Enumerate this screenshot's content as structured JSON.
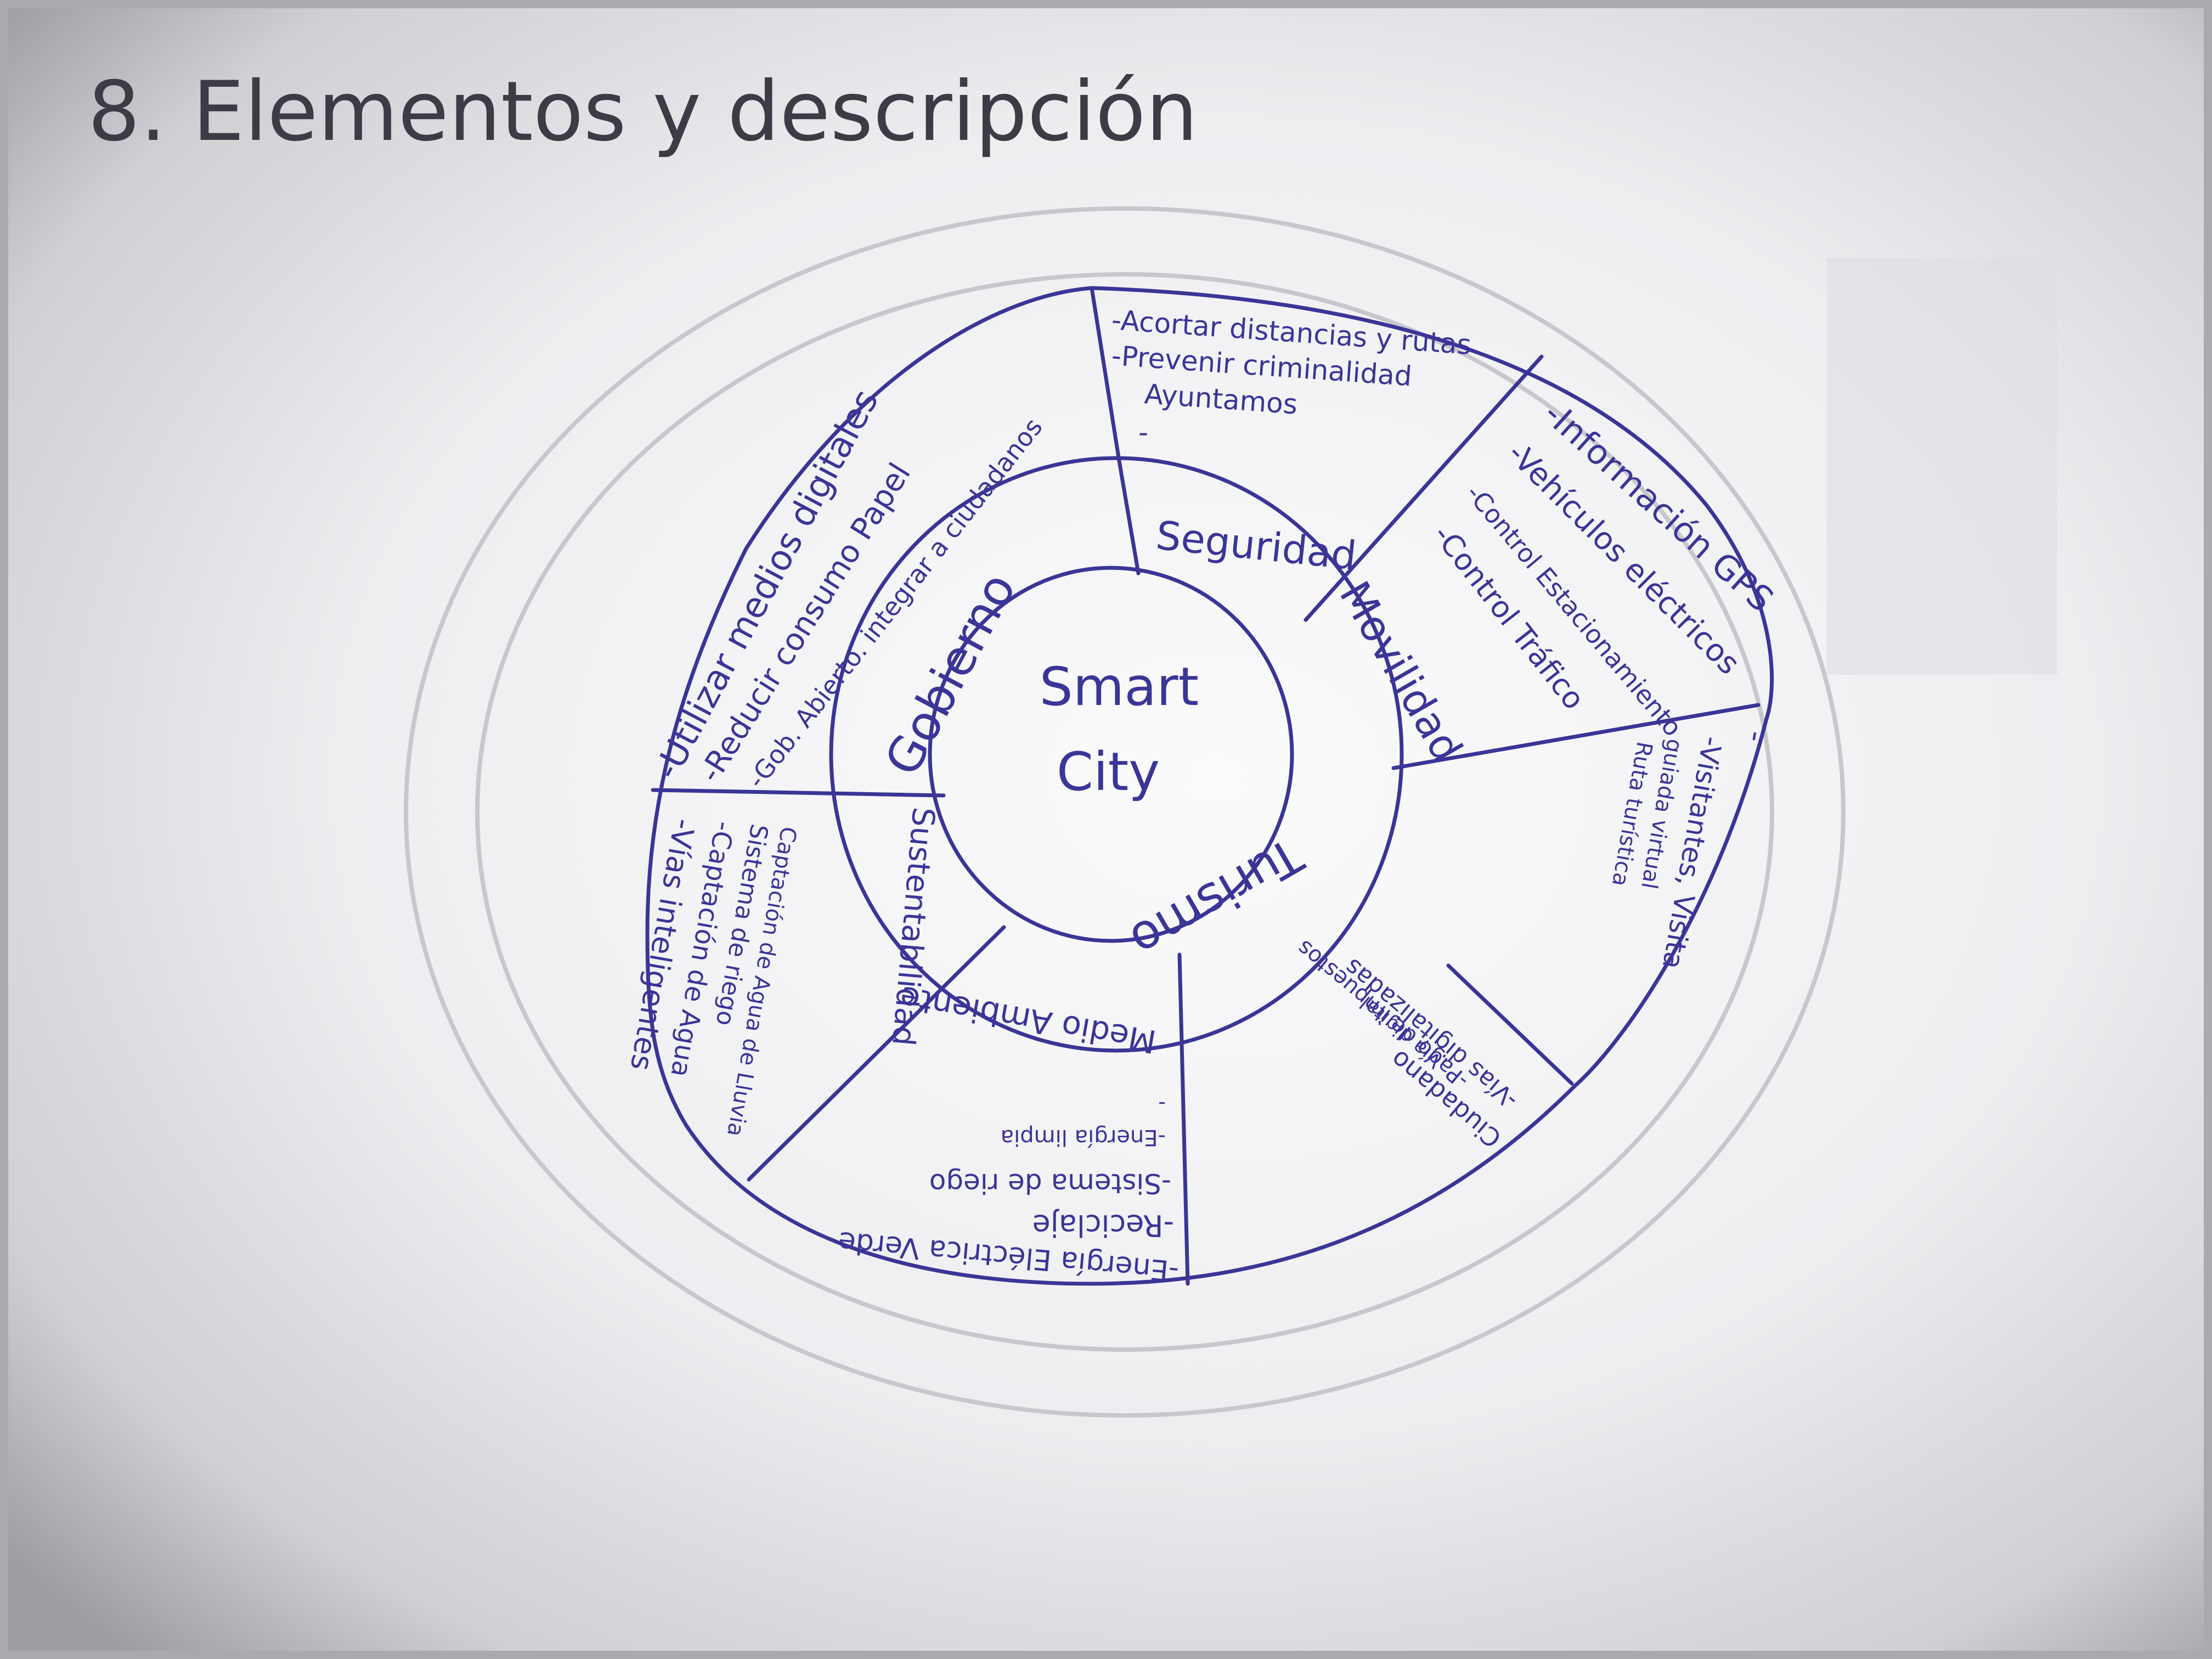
{
  "page": {
    "heading": "8. Elementos y descripción"
  },
  "diagram": {
    "center": {
      "line1": "Smart",
      "line2": "City"
    },
    "sectors": {
      "gobierno": {
        "label": "Gobierno",
        "notes": [
          "-Utilizar medios digitales",
          "-Reducir consumo Papel",
          "-Gob. Abierto. integrar a ciudadanos"
        ]
      },
      "seguridad": {
        "label": "Seguridad",
        "notes": [
          "-Acortar distancias y rutas",
          "-Prevenir criminalidad",
          "Ayuntamos",
          "-"
        ]
      },
      "movilidad": {
        "label": "Movilidad",
        "notes": [
          "-Información GPS",
          "-Vehículos eléctricos",
          "-Control Estacionamiento",
          "-Control Tráfico"
        ]
      },
      "turismo": {
        "label": "Turismo",
        "notes": [
          "-",
          "-Visitantes, Visita",
          "guiada virtual",
          "Ruta turística"
        ]
      },
      "ciudadano": {
        "label": "Ciudadano",
        "notes": [
          "Ciudadano",
          "-Vías digitalizadas",
          "-Pago de impuestos",
          "Vía digital"
        ]
      },
      "medio_ambiente": {
        "label": "Medio Ambiente",
        "notes": [
          "-",
          "-Energía limpia",
          "-Sistema de riego",
          "-Reciclaje",
          "-Energía Eléctrica Verde"
        ]
      },
      "sustentabilidad": {
        "label": "Sustentabilidad",
        "notes": [
          "-Vías inteligentes",
          "-Captación de Agua",
          "Sistema de riego",
          "Captación de Agua de Lluvia"
        ]
      }
    }
  },
  "colors": {
    "ink": "#3a3596",
    "paper": "#f2f2f4",
    "shadow": "#8d8d93"
  }
}
